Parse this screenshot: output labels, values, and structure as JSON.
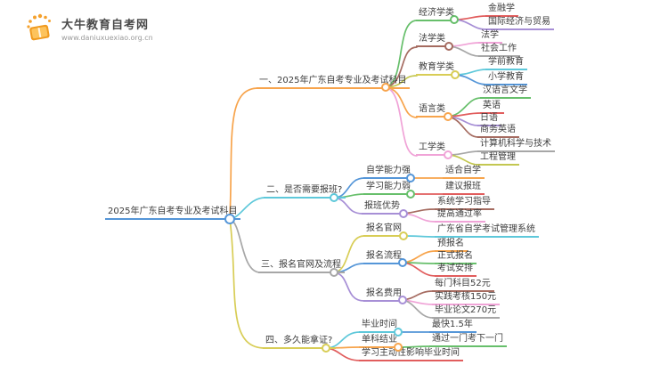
{
  "logo": {
    "title": "大牛教育自考网",
    "url": "www.daniuxuexiao.org.cn",
    "icon": "book-with-rays-icon",
    "brand_color": "#f5a12d"
  },
  "root": {
    "label": "2025年广东自考专业及考试科目"
  },
  "branches": [
    {
      "label": "一、2025年广东自考专业及考试科目",
      "color": "#f7a44c",
      "children": [
        {
          "label": "经济学类",
          "color": "#67bf6b",
          "children": [
            {
              "label": "金融学",
              "color": "#e15d5d"
            },
            {
              "label": "国际经济与贸易",
              "color": "#a78fd6"
            }
          ]
        },
        {
          "label": "法学类",
          "color": "#a56b60",
          "children": [
            {
              "label": "法学",
              "color": "#f0a3d7"
            },
            {
              "label": "社会工作",
              "color": "#a7a7a7"
            }
          ]
        },
        {
          "label": "教育学类",
          "color": "#d8cd56",
          "children": [
            {
              "label": "学前教育",
              "color": "#5ec8da"
            },
            {
              "label": "小学教育",
              "color": "#5596d8"
            }
          ]
        },
        {
          "label": "语言类",
          "color": "#f7a44c",
          "children": [
            {
              "label": "汉语言文学",
              "color": "#67bf6b"
            },
            {
              "label": "英语",
              "color": "#e15d5d"
            },
            {
              "label": "日语",
              "color": "#a78fd6"
            },
            {
              "label": "商务英语",
              "color": "#a56b60"
            }
          ]
        },
        {
          "label": "工学类",
          "color": "#f0a3d7",
          "children": [
            {
              "label": "计算机科学与技术",
              "color": "#a7a7a7"
            },
            {
              "label": "工程管理",
              "color": "#c3c751"
            }
          ]
        }
      ]
    },
    {
      "label": "二、是否需要报班?",
      "color": "#5ec8da",
      "children": [
        {
          "label": "自学能力强",
          "color": "#5596d8",
          "children": [
            {
              "label": "适合自学",
              "color": "#f7a44c"
            }
          ]
        },
        {
          "label": "学习能力弱",
          "color": "#67bf6b",
          "children": [
            {
              "label": "建议报班",
              "color": "#e15d5d"
            }
          ]
        },
        {
          "label": "报班优势",
          "color": "#a78fd6",
          "children": [
            {
              "label": "系统学习指导",
              "color": "#a56b60"
            },
            {
              "label": "提高通过率",
              "color": "#f0a3d7"
            }
          ]
        }
      ]
    },
    {
      "label": "三、报名官网及流程",
      "color": "#a7a7a7",
      "children": [
        {
          "label": "报名官网",
          "color": "#d8cd56",
          "children": [
            {
              "label": "广东省自学考试管理系统",
              "color": "#5ec8da"
            }
          ]
        },
        {
          "label": "报名流程",
          "color": "#5596d8",
          "children": [
            {
              "label": "预报名",
              "color": "#f7a44c"
            },
            {
              "label": "正式报名",
              "color": "#67bf6b"
            },
            {
              "label": "考试安排",
              "color": "#e15d5d"
            }
          ]
        },
        {
          "label": "报名费用",
          "color": "#a78fd6",
          "children": [
            {
              "label": "每门科目52元",
              "color": "#a56b60"
            },
            {
              "label": "实践考核150元",
              "color": "#f0a3d7"
            },
            {
              "label": "毕业论文270元",
              "color": "#a7a7a7"
            }
          ]
        }
      ]
    },
    {
      "label": "四、多久能拿证?",
      "color": "#d8cd56",
      "children": [
        {
          "label": "毕业时间",
          "color": "#5ec8da",
          "children": [
            {
              "label": "最快1.5年",
              "color": "#5596d8"
            }
          ]
        },
        {
          "label": "单科结业",
          "color": "#f7a44c",
          "children": [
            {
              "label": "通过一门考下一门",
              "color": "#67bf6b"
            }
          ]
        },
        {
          "label": "学习主动性影响毕业时间",
          "color": "#e15d5d",
          "children": []
        }
      ]
    }
  ]
}
